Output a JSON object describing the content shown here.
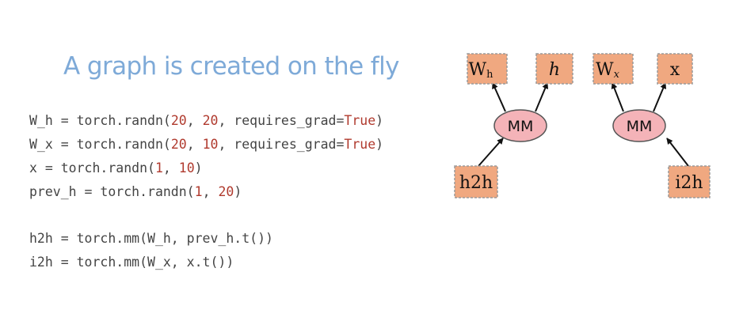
{
  "slide": {
    "title": "A graph is created on the fly"
  },
  "code_lines": [
    [
      {
        "t": "W_h = torch.randn(",
        "c": "plain"
      },
      {
        "t": "20",
        "c": "num"
      },
      {
        "t": ", ",
        "c": "plain"
      },
      {
        "t": "20",
        "c": "num"
      },
      {
        "t": ", requires_grad=",
        "c": "plain"
      },
      {
        "t": "True",
        "c": "kw"
      },
      {
        "t": ")",
        "c": "plain"
      }
    ],
    [
      {
        "t": "W_x = torch.randn(",
        "c": "plain"
      },
      {
        "t": "20",
        "c": "num"
      },
      {
        "t": ", ",
        "c": "plain"
      },
      {
        "t": "10",
        "c": "num"
      },
      {
        "t": ", requires_grad=",
        "c": "plain"
      },
      {
        "t": "True",
        "c": "kw"
      },
      {
        "t": ")",
        "c": "plain"
      }
    ],
    [
      {
        "t": "x = torch.randn(",
        "c": "plain"
      },
      {
        "t": "1",
        "c": "num"
      },
      {
        "t": ", ",
        "c": "plain"
      },
      {
        "t": "10",
        "c": "num"
      },
      {
        "t": ")",
        "c": "plain"
      }
    ],
    [
      {
        "t": "prev_h = torch.randn(",
        "c": "plain"
      },
      {
        "t": "1",
        "c": "num"
      },
      {
        "t": ", ",
        "c": "plain"
      },
      {
        "t": "20",
        "c": "num"
      },
      {
        "t": ")",
        "c": "plain"
      }
    ],
    [],
    [
      {
        "t": "h2h = torch.mm(W_h, prev_h.t())",
        "c": "plain"
      }
    ],
    [
      {
        "t": "i2h = torch.mm(W_x, x.t())",
        "c": "plain"
      }
    ]
  ],
  "graph": {
    "nodes": {
      "W_h": {
        "base": "W",
        "sub": "h"
      },
      "h": "h",
      "W_x": {
        "base": "W",
        "sub": "x"
      },
      "x": "x",
      "mm_left": "MM",
      "mm_right": "MM",
      "h2h": "h2h",
      "i2h": "i2h"
    },
    "colors": {
      "var_fill": "#f0a880",
      "var_stroke": "#9a9a9a",
      "op_fill": "#f4b3b8",
      "op_stroke": "#555555",
      "edge": "#111111"
    }
  }
}
